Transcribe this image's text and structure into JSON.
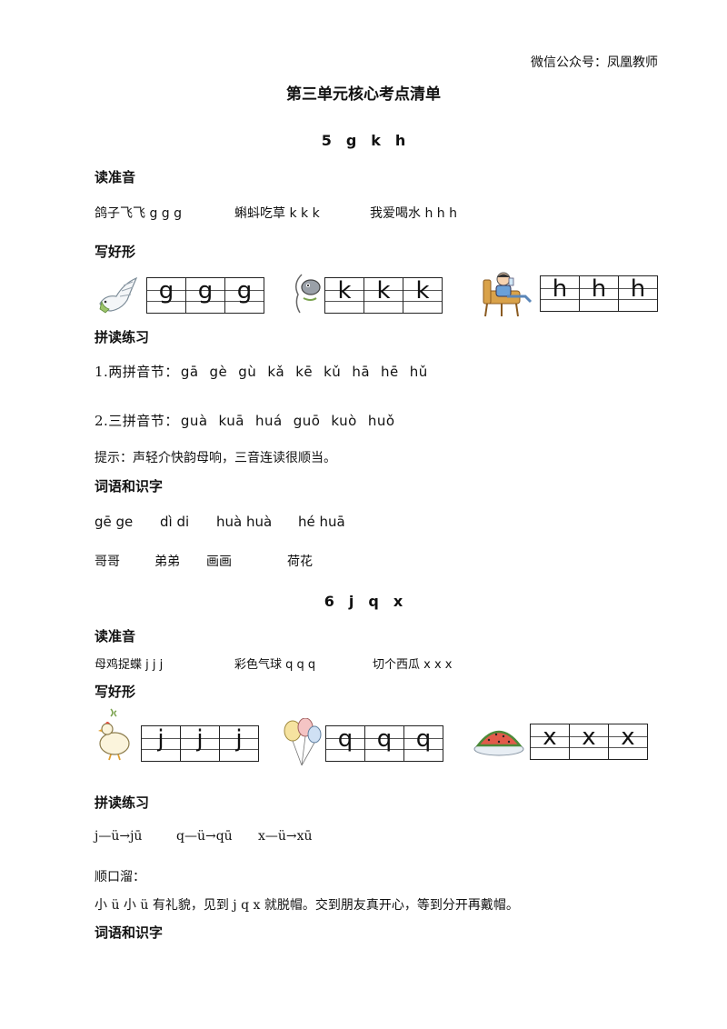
{
  "header_note": "微信公众号：凤凰教师",
  "title": "第三单元核心考点清单",
  "lesson5": {
    "heading": "5　g　k　h",
    "read_title": "读准音",
    "read_items": [
      "鸽子飞飞 g g g",
      "蝌蚪吃草 k k k",
      "我爱喝水 h h h"
    ],
    "write_title": "写好形",
    "grids": [
      {
        "icon": "dove-icon",
        "letters": [
          "g",
          "g",
          "g"
        ]
      },
      {
        "icon": "tadpole-icon",
        "letters": [
          "k",
          "k",
          "k"
        ]
      },
      {
        "icon": "drinking-child-icon",
        "letters": [
          "h",
          "h",
          "h"
        ]
      }
    ],
    "practice_title": "拼读练习",
    "two_label": "1.两拼音节：",
    "two_syllables": [
      "gā",
      "gè",
      "gù",
      "kǎ",
      "kē",
      "kǔ",
      "hā",
      "hē",
      "hǔ"
    ],
    "three_label": "2.三拼音节：",
    "three_syllables": [
      "guà",
      "kuā",
      "huá",
      "guō",
      "kuò",
      "huǒ"
    ],
    "tip": "提示：声轻介快韵母响，三音连读很顺当。",
    "words_title": "词语和识字",
    "pinyin_words": [
      "gē ge",
      "dì di",
      "huà huà",
      "hé huā"
    ],
    "hanzi_words": [
      "哥哥",
      "弟弟",
      "画画",
      "荷花"
    ]
  },
  "lesson6": {
    "heading": "6　j　q　x",
    "read_title": "读准音",
    "read_items": [
      "母鸡捉蝶 j j j",
      "彩色气球 q q q",
      "切个西瓜 x x x"
    ],
    "write_title": "写好形",
    "grids": [
      {
        "icon": "hen-icon",
        "letters": [
          "j",
          "j",
          "j"
        ]
      },
      {
        "icon": "balloon-icon",
        "letters": [
          "q",
          "q",
          "q"
        ]
      },
      {
        "icon": "watermelon-icon",
        "letters": [
          "x",
          "x",
          "x"
        ]
      }
    ],
    "practice_title": "拼读练习",
    "combos": [
      "j—ü→jū",
      "q—ü→qū",
      "x—ü→xū"
    ],
    "rhyme_title": "顺口溜：",
    "rhyme": "小 ü 小 ü 有礼貌，见到 j q x 就脱帽。交到朋友真开心，等到分开再戴帽。",
    "words_title": "词语和识字"
  },
  "colors": {
    "text": "#111111",
    "grid_line": "#222222",
    "melon_red": "#e25a4a",
    "melon_green": "#4c8a3a"
  }
}
